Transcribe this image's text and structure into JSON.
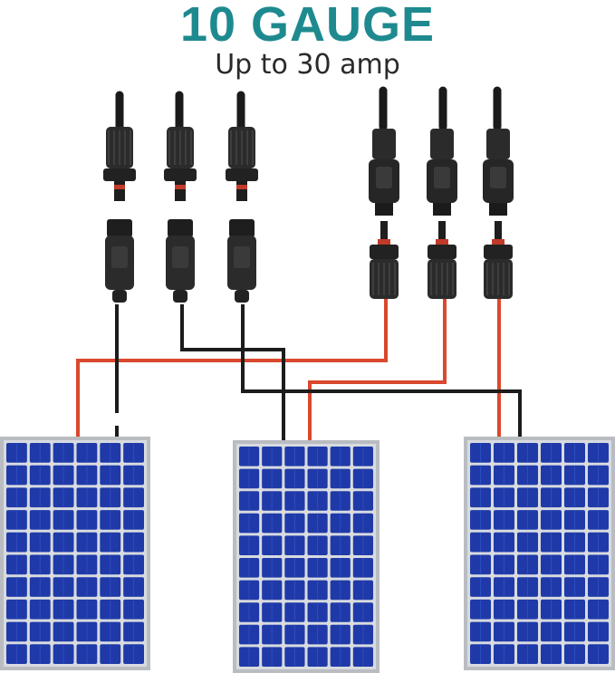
{
  "header": {
    "title": "10 GAUGE",
    "subtitle": "Up to 30 amp"
  },
  "colors": {
    "title": "#1e8a8f",
    "subtitle": "#2a2a2a",
    "wire_red": "#d9492e",
    "wire_black": "#1c1c1c",
    "cell": "#1f3aa8",
    "frame": "#b9bcc1",
    "connector": "#2b2b2b"
  },
  "scene": {
    "panels": [
      {
        "name": "solar-panel-left"
      },
      {
        "name": "solar-panel-center"
      },
      {
        "name": "solar-panel-right"
      }
    ],
    "connectors_female_count": 3,
    "connectors_male_count": 3
  }
}
